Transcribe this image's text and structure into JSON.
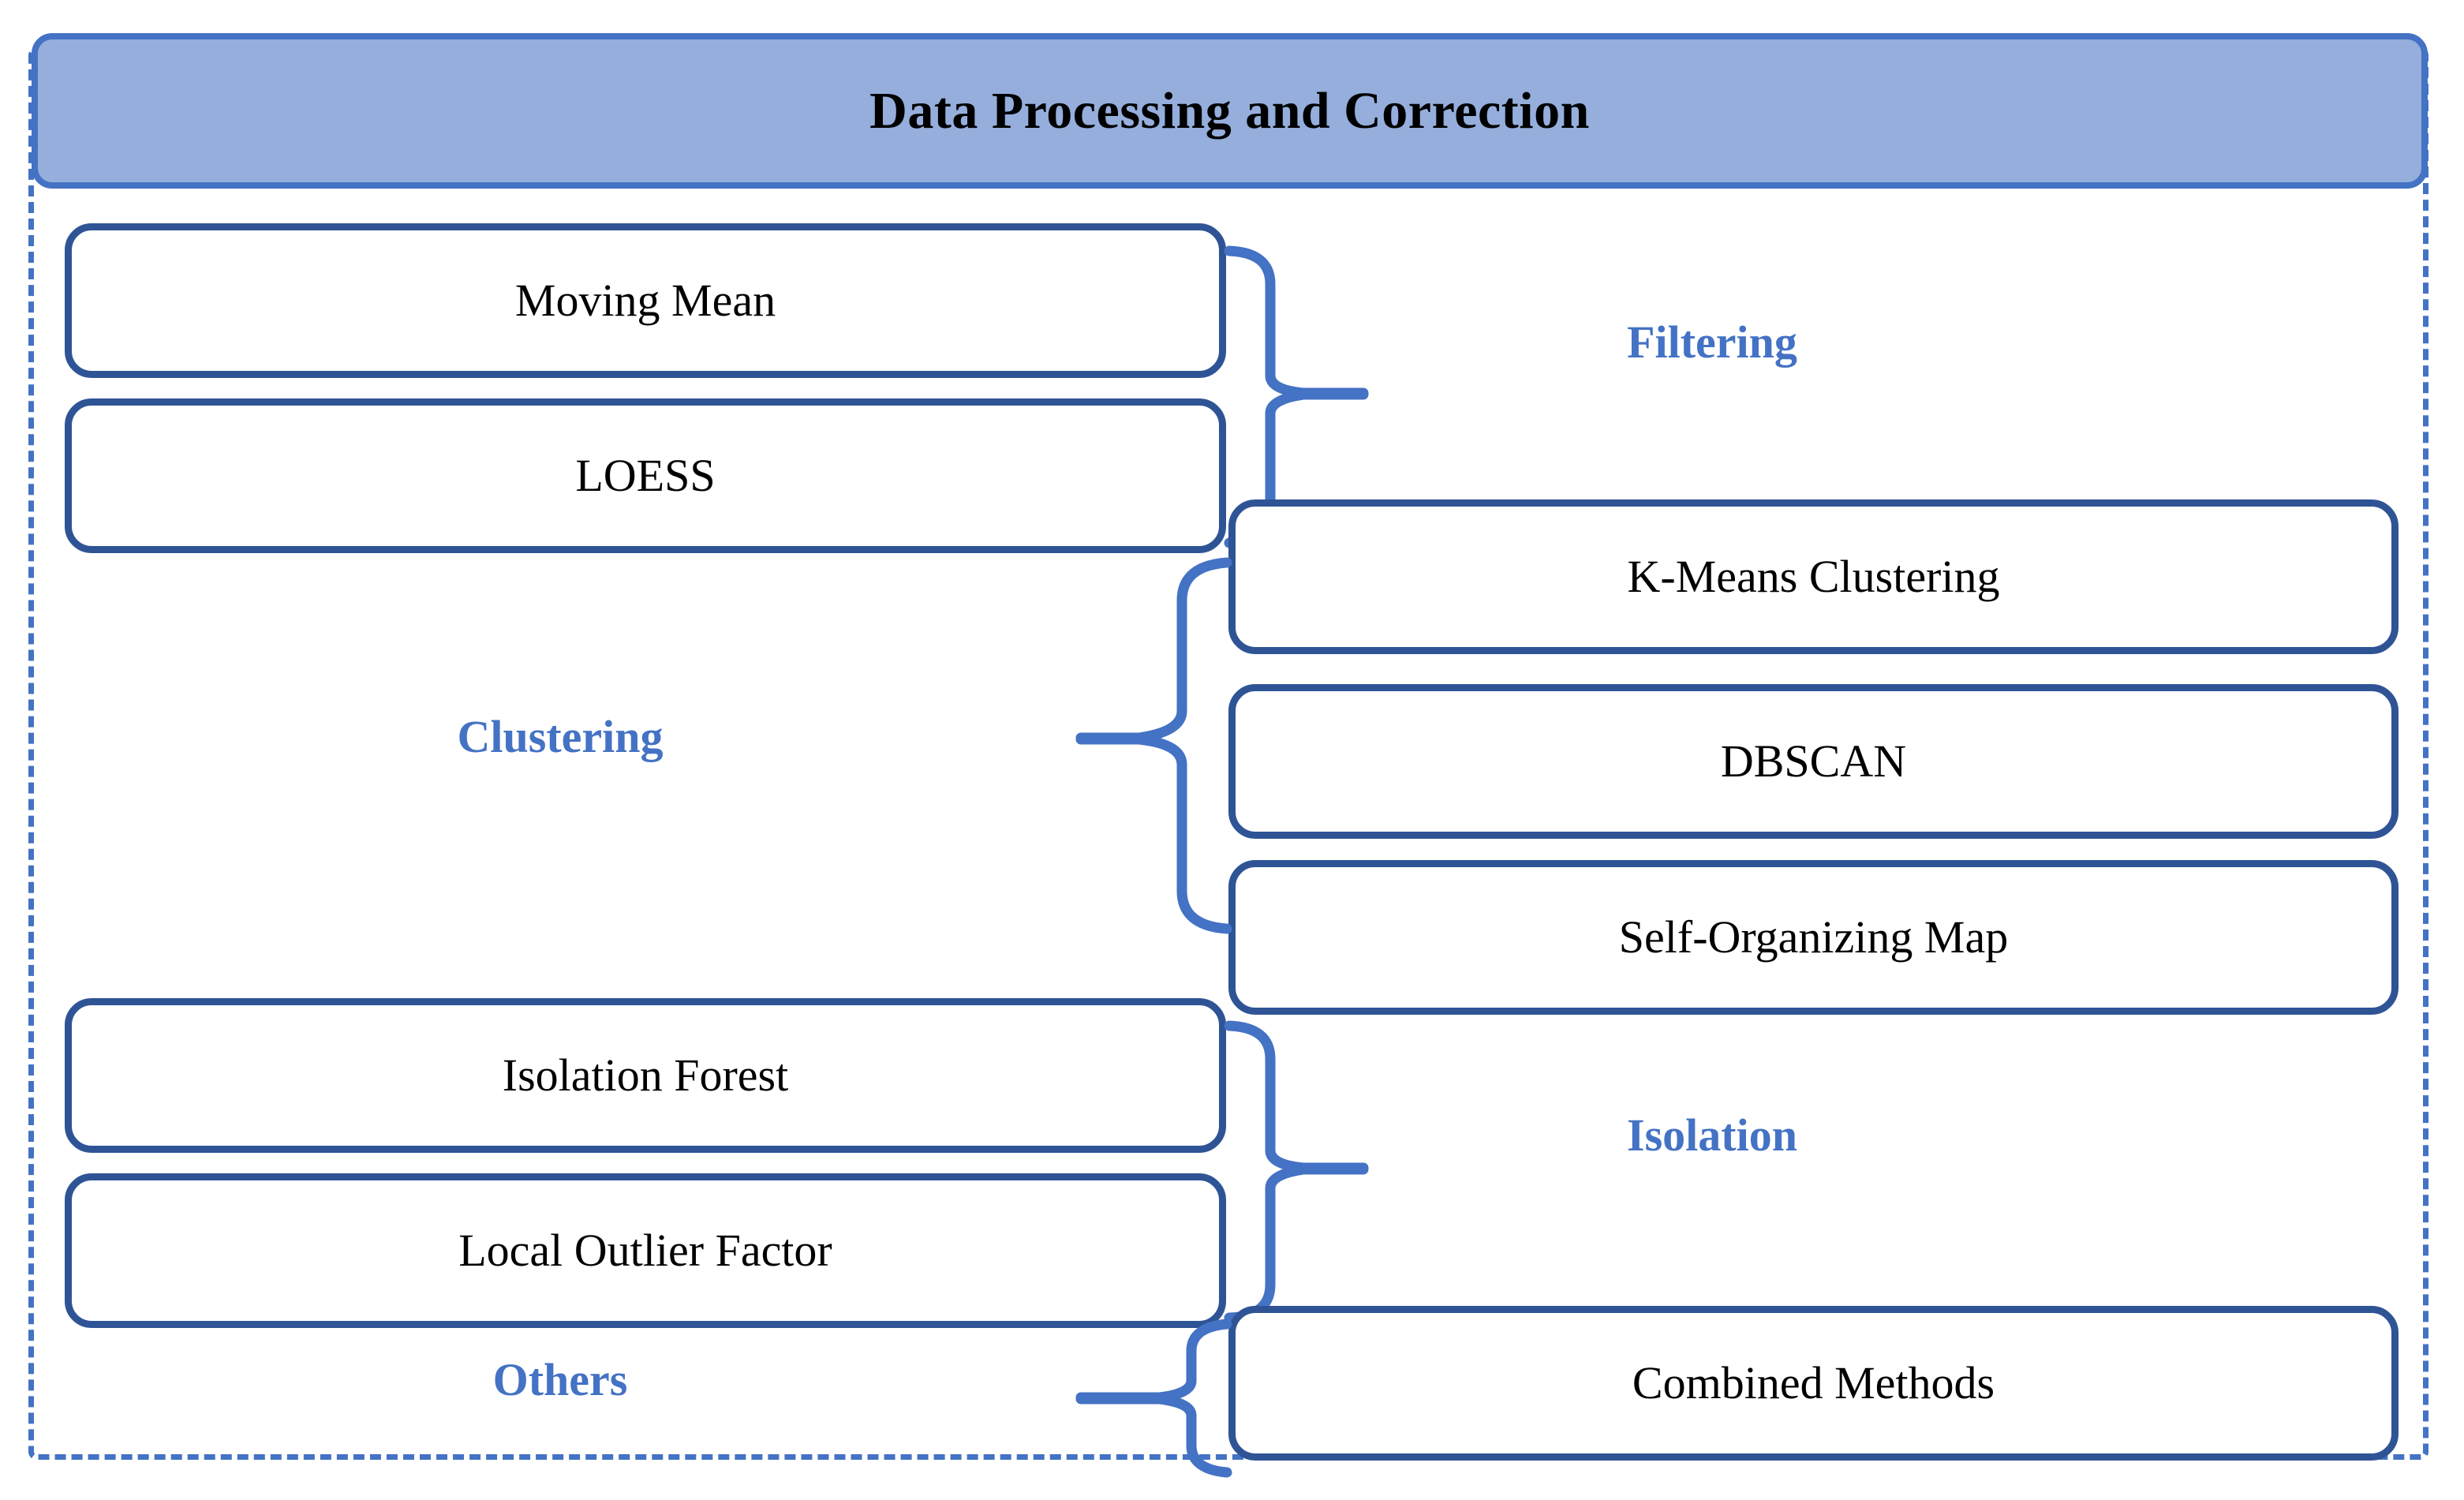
{
  "diagram": {
    "header": {
      "title": "Data Processing and Correction",
      "fill_color": "#95AEDC",
      "border_color": "#4472C4"
    },
    "container": {
      "border_style": "dashed",
      "border_color": "#4472C4"
    },
    "theme": {
      "node_border_color": "#2F5496",
      "node_fill_color": "#FFFFFF",
      "category_text_color": "#4472C4",
      "node_text_color": "#000000",
      "brace_color": "#4472C4"
    },
    "categories": [
      {
        "name": "Filtering",
        "label": "Filtering",
        "members": [
          "Moving Mean",
          "LOESS"
        ],
        "brace_direction": "right"
      },
      {
        "name": "Clustering",
        "label": "Clustering",
        "members": [
          "K-Means Clustering",
          "DBSCAN",
          "Self-Organizing Map"
        ],
        "brace_direction": "left"
      },
      {
        "name": "Isolation",
        "label": "Isolation",
        "members": [
          "Isolation Forest",
          "Local Outlier Factor"
        ],
        "brace_direction": "right"
      },
      {
        "name": "Others",
        "label": "Others",
        "members": [
          "Combined Methods"
        ],
        "brace_direction": "left"
      }
    ],
    "nodes": {
      "moving_mean": "Moving Mean",
      "loess": "LOESS",
      "kmeans": "K-Means Clustering",
      "dbscan": "DBSCAN",
      "som": "Self-Organizing Map",
      "isolation_forest": "Isolation Forest",
      "lof": "Local Outlier Factor",
      "combined": "Combined Methods"
    },
    "labels": {
      "filtering": "Filtering",
      "clustering": "Clustering",
      "isolation": "Isolation",
      "others": "Others"
    }
  }
}
